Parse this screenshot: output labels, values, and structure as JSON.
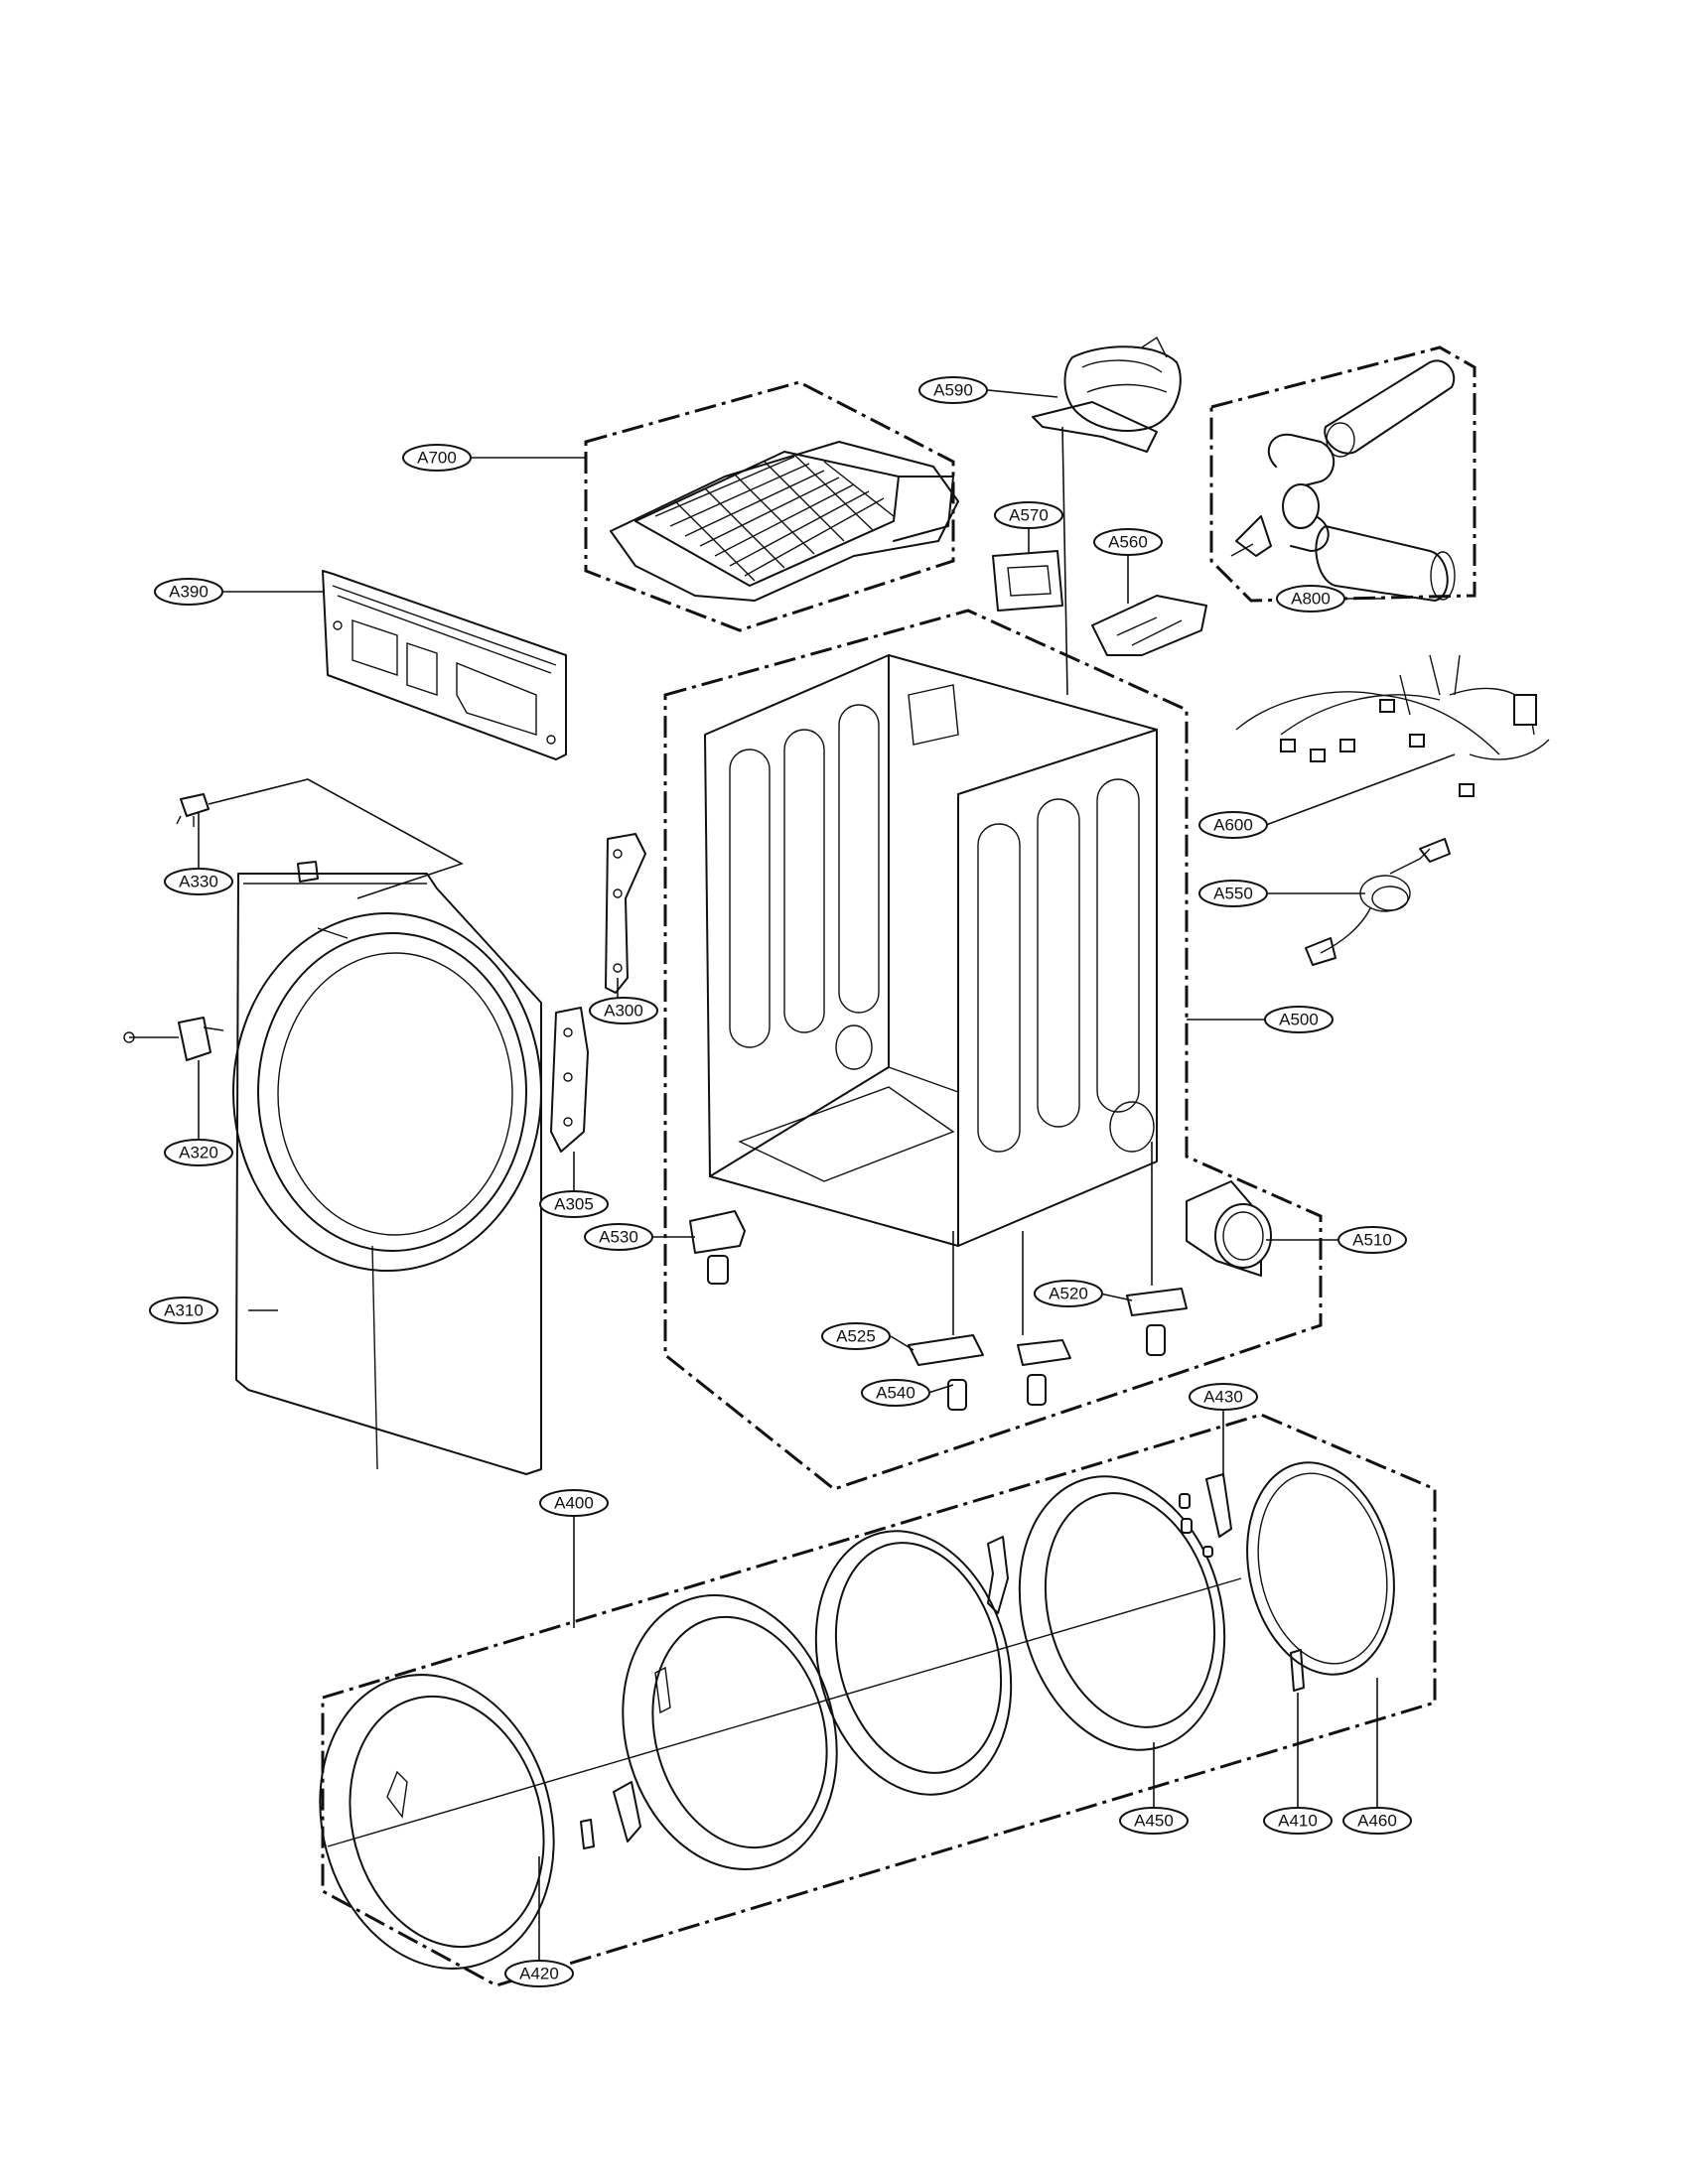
{
  "callouts": {
    "A590": "A590",
    "A700": "A700",
    "A570": "A570",
    "A560": "A560",
    "A800": "A800",
    "A390": "A390",
    "A600": "A600",
    "A330": "A330",
    "A550": "A550",
    "A300": "A300",
    "A500": "A500",
    "A320": "A320",
    "A305": "A305",
    "A530": "A530",
    "A510": "A510",
    "A520": "A520",
    "A310": "A310",
    "A525": "A525",
    "A540": "A540",
    "A430": "A430",
    "A400": "A400",
    "A450": "A450",
    "A410": "A410",
    "A460": "A460",
    "A420": "A420"
  }
}
